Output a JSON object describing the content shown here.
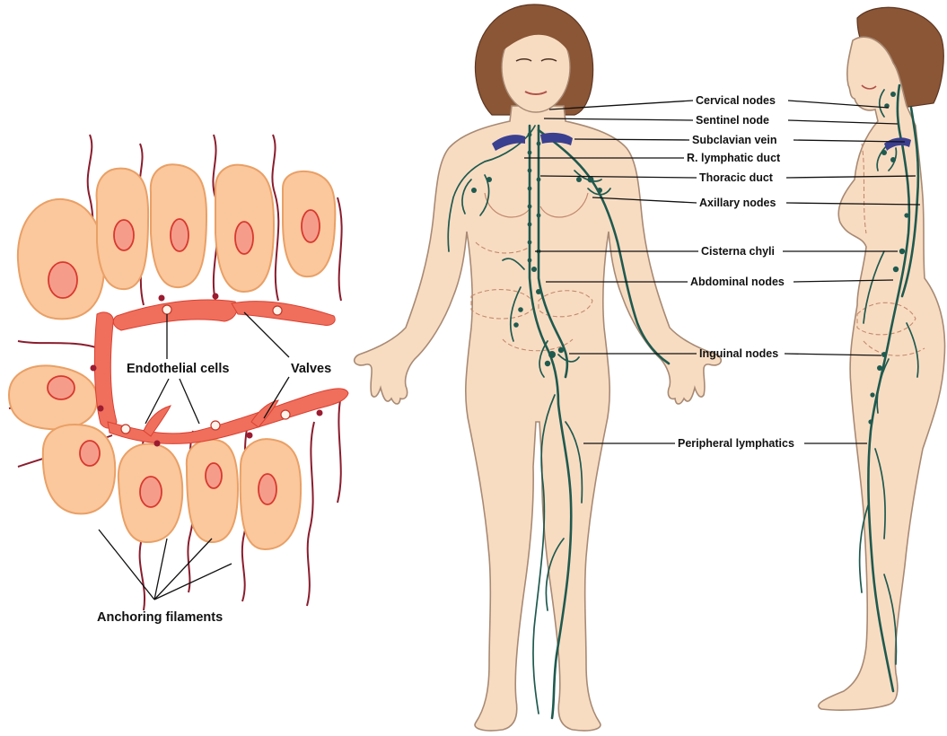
{
  "capillary_labels": {
    "endothelial": "Endothelial cells",
    "valves": "Valves",
    "anchoring": "Anchoring filaments"
  },
  "body_labels": {
    "cervical": "Cervical nodes",
    "sentinel": "Sentinel node",
    "subclavian": "Subclavian vein",
    "r_lymphatic": "R. lymphatic duct",
    "thoracic": "Thoracic duct",
    "axillary": "Axillary nodes",
    "cisterna": "Cisterna chyli",
    "abdominal": "Abdominal nodes",
    "inguinal": "Inguinal nodes",
    "peripheral": "Peripheral lymphatics"
  },
  "colors": {
    "skin": "#f8dcc2",
    "hair": "#8b5636",
    "lymphatic": "#1f5a4f",
    "subclavian_vein": "#3a3f8f",
    "cell": "#fbc79c",
    "endothelium": "#f06f5c",
    "filament": "#8a1d2e"
  }
}
